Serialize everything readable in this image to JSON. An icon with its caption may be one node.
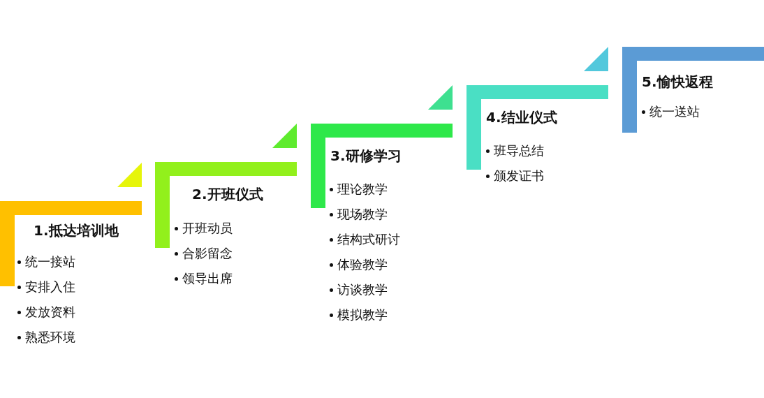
{
  "diagram": {
    "nodes": [
      {
        "text": [
          "1.抵达培训地",
          "统一接站",
          "安排入住",
          "发放资料",
          "熟悉环境"
        ]
      },
      {
        "text": [
          "2.开班仪式",
          "开班动员",
          "合影留念",
          "领导出席"
        ]
      },
      {
        "text": [
          "3.研修学习",
          "理论教学",
          "现场教学",
          "结构式研讨",
          "体验教学",
          "访谈教学",
          "模拟教学"
        ]
      },
      {
        "text": [
          "4.结业仪式",
          "班导总结",
          "颁发证书"
        ]
      },
      {
        "text": [
          "5.愉快返程",
          "统一送站"
        ]
      }
    ],
    "edges": []
  }
}
